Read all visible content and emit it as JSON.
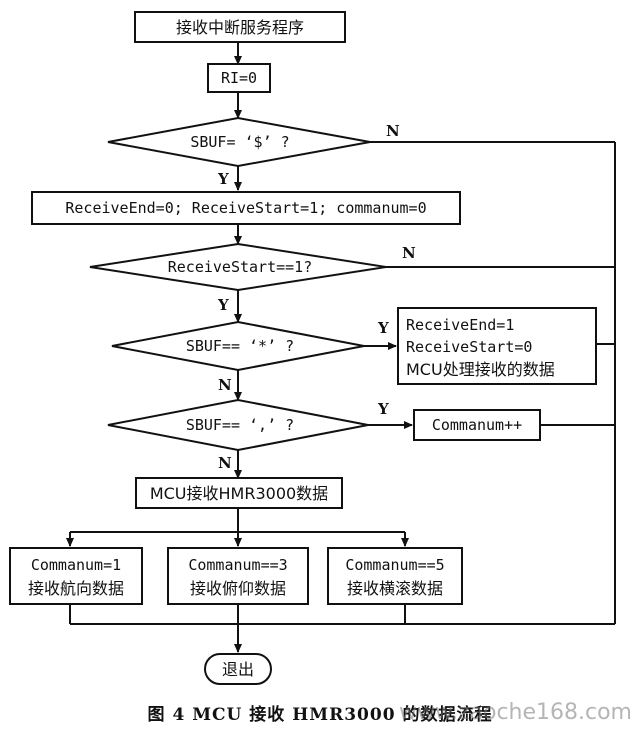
{
  "nodes": {
    "start": "接收中断服务程序",
    "ri_clear": "RI=0",
    "dec_dollar": "SBUF= ‘$’ ?",
    "init_flags": "ReceiveEnd=0; ReceiveStart=1; commanum=0",
    "dec_receive_start": "ReceiveStart==1?",
    "dec_star": "SBUF== ‘*’ ?",
    "end_block": [
      "ReceiveEnd=1",
      "ReceiveStart=0",
      "MCU处理接收的数据"
    ],
    "dec_comma": "SBUF== ‘,’ ?",
    "commanum_inc": "Commanum++",
    "mcu_receive": "MCU接收HMR3000数据",
    "case1": [
      "Commanum=1",
      "接收航向数据"
    ],
    "case3": [
      "Commanum==3",
      "接收俯仰数据"
    ],
    "case5": [
      "Commanum==5",
      "接收横滚数据"
    ],
    "exit": "退出"
  },
  "labels": {
    "yes": "Y",
    "no": "N"
  },
  "caption": "图 4 MCU 接收 HMR3000 的数据流程",
  "watermark": "www.zaoche168.com"
}
